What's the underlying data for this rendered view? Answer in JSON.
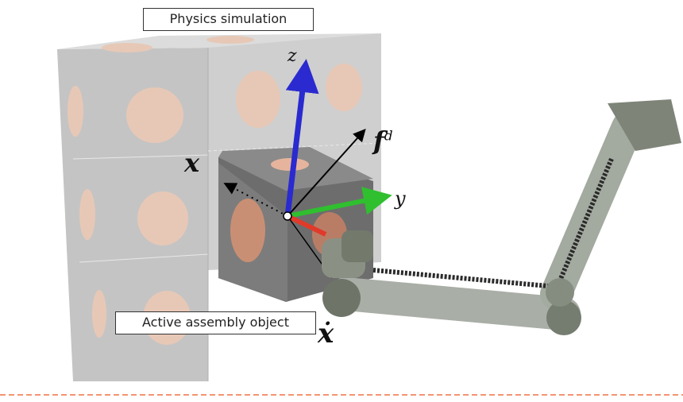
{
  "labels": {
    "physics_simulation": "Physics simulation",
    "active_assembly_object": "Active assembly object"
  },
  "axes": {
    "z": "z",
    "y": "y",
    "x": "x",
    "force_desired": "f",
    "force_superscript": "d",
    "velocity": "ẋ"
  },
  "colors": {
    "z_axis": "#2a2ad0",
    "y_axis": "#2fbf2f",
    "x_axis": "#e03a2a",
    "divider": "#f07040"
  }
}
